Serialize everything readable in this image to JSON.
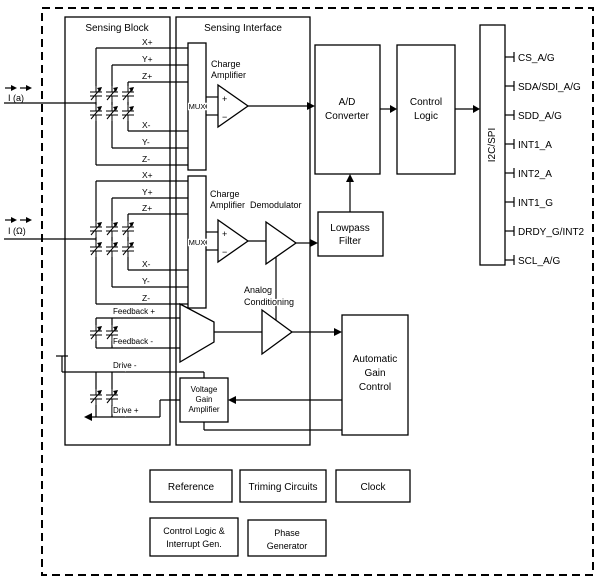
{
  "blocks": {
    "sensing_block": "Sensing Block",
    "sensing_interface": "Sensing Interface",
    "mux_top": "MUX",
    "mux_bottom": "MUX",
    "charge_amp_top": [
      "Charge",
      "Amplifier"
    ],
    "charge_amp_bottom": [
      "Charge",
      "Amplifier"
    ],
    "demodulator": "Demodulator",
    "adc": [
      "A/D",
      "Converter"
    ],
    "control_logic": [
      "Control",
      "Logic"
    ],
    "i2c_spi": "I2C/SPI",
    "lowpass": [
      "Lowpass",
      "Filter"
    ],
    "analog_conditioning": [
      "Analog",
      "Conditioning"
    ],
    "agc": [
      "Automatic",
      "Gain",
      "Control"
    ],
    "vga": [
      "Voltage",
      "Gain",
      "Amplifier"
    ],
    "reference": "Reference",
    "triming_circuits": "Triming Circuits",
    "clock": "Clock",
    "control_logic_interrupt": [
      "Control Logic &",
      "Interrupt Gen."
    ],
    "phase_generator": [
      "Phase",
      "Generator"
    ]
  },
  "inputs": {
    "accel": "I (a)",
    "gyro": "I (Ω)"
  },
  "signals": {
    "accel": [
      "X+",
      "Y+",
      "Z+",
      "X-",
      "Y-",
      "Z-"
    ],
    "gyro": [
      "X+",
      "Y+",
      "Z+",
      "X-",
      "Y-",
      "Z-"
    ],
    "feedback_drive": [
      "Feedback +",
      "Feedback -",
      "Drive -",
      "Drive +"
    ]
  },
  "pins": [
    "CS_A/G",
    "SDA/SDI_A/G",
    "SDD_A/G",
    "INT1_A",
    "INT2_A",
    "INT1_G",
    "DRDY_G/INT2",
    "SCL_A/G"
  ],
  "opamp": {
    "plus": "+",
    "minus": "−"
  },
  "colors": {
    "line": "#000000",
    "background": "#ffffff"
  }
}
